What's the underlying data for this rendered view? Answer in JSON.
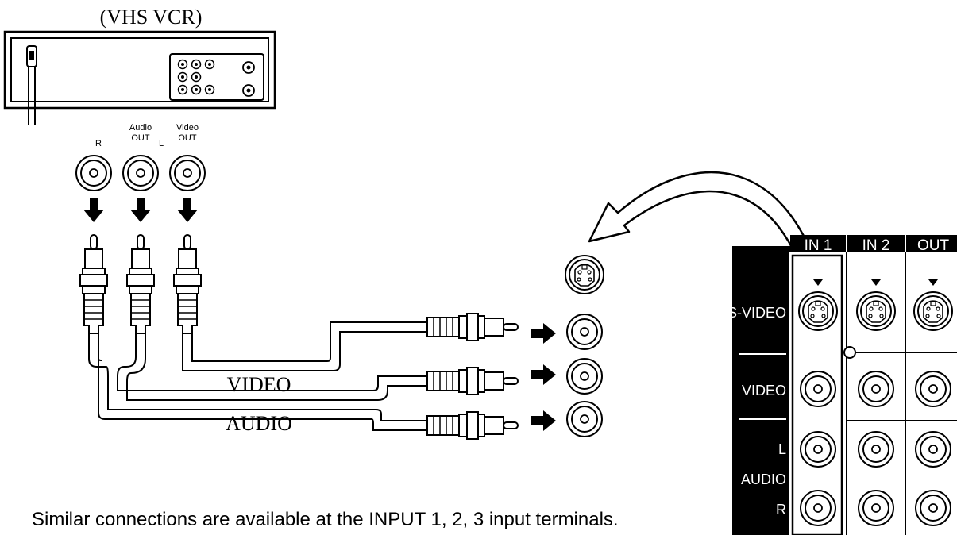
{
  "vcr": {
    "title": "(VHS VCR)"
  },
  "vcr_outputs": {
    "audio_out_label_top": "Audio",
    "audio_out_label_bottom": "OUT",
    "audio_r_label": "R",
    "audio_l_label": "L",
    "video_out_label_top": "Video",
    "video_out_label_bottom": "OUT"
  },
  "cables": {
    "video_label": "VIDEO",
    "audio_label": "AUDIO"
  },
  "tv_panel": {
    "columns": [
      "IN 1",
      "IN 2",
      "OUT"
    ],
    "row_labels": {
      "s_video": "S-VIDEO",
      "video": "VIDEO",
      "audio_l": "L",
      "audio": "AUDIO",
      "audio_r": "R"
    }
  },
  "caption": "Similar connections are available at the INPUT 1, 2, 3 input terminals."
}
